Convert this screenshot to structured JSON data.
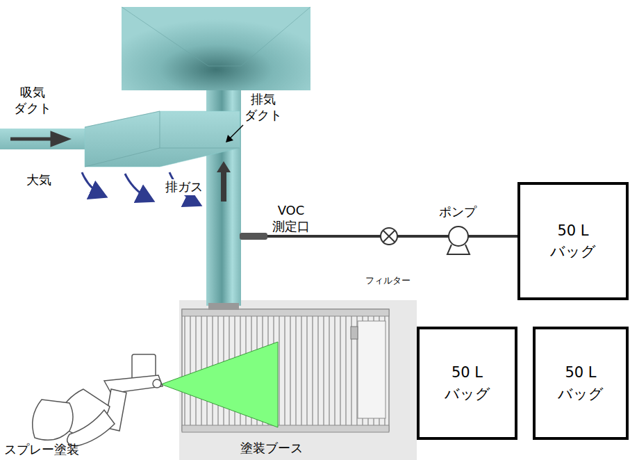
{
  "diagram": {
    "nodes": [
      {
        "text": [
          "50 L バッグ"
        ]
      },
      {
        "text": [
          "50 L バッグ"
        ]
      },
      {
        "text": [
          "50 L バッグ"
        ]
      }
    ],
    "labels": [
      "排気 ダクト",
      "排ガス",
      "VOC 測定口",
      "ポンプ",
      "フィルター",
      "吸気 ダクト",
      "大気",
      "スプレー塗装",
      "塗装ブース"
    ]
  }
}
